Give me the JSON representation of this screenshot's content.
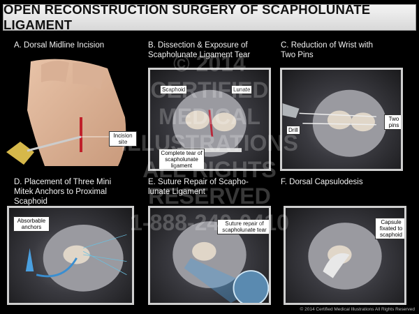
{
  "title": "OPEN RECONSTRUCTION SURGERY OF SCAPHOLUNATE LIGAMENT",
  "panels": {
    "a": {
      "caption": "A. Dorsal Midline Incision",
      "labels": {
        "incision": "Incision site"
      }
    },
    "b": {
      "caption_line1": "B. Dissection & Exposure of",
      "caption_line2": "Scapholunate Ligament Tear",
      "labels": {
        "scaphoid": "Scaphoid",
        "lunate": "Lunate",
        "tear": "Complete tear of scapholunate ligament"
      }
    },
    "c": {
      "caption_line1": "C. Reduction of Wrist with",
      "caption_line2": "Two Pins",
      "labels": {
        "drill": "Drill",
        "pins": "Two pins"
      }
    },
    "d": {
      "caption_line1": "D. Placement of Three Mini",
      "caption_line2": "Mitek Anchors to Proximal",
      "caption_line3": "Scaphoid",
      "labels": {
        "anchors": "Absorbable anchors"
      }
    },
    "e": {
      "caption_line1": "E. Suture Repair of Scapho-",
      "caption_line2": "lunate Ligament",
      "labels": {
        "suture": "Suture repair of scapholunate tear"
      }
    },
    "f": {
      "caption": "F. Dorsal Capsulodesis",
      "labels": {
        "capsule": "Capsule fixated to scaphoid"
      }
    }
  },
  "watermark": {
    "line1": "© 2014",
    "line2": "CERTIFIED",
    "line3": "MEDICAL",
    "line4": "ILLUSTRATIONS",
    "line5": "ALL RIGHTS",
    "line6": "RESERVED",
    "line7": "1-888-240-0410"
  },
  "copyright": "© 2014 Certified Medical Illustrations All Rights Reserved"
}
